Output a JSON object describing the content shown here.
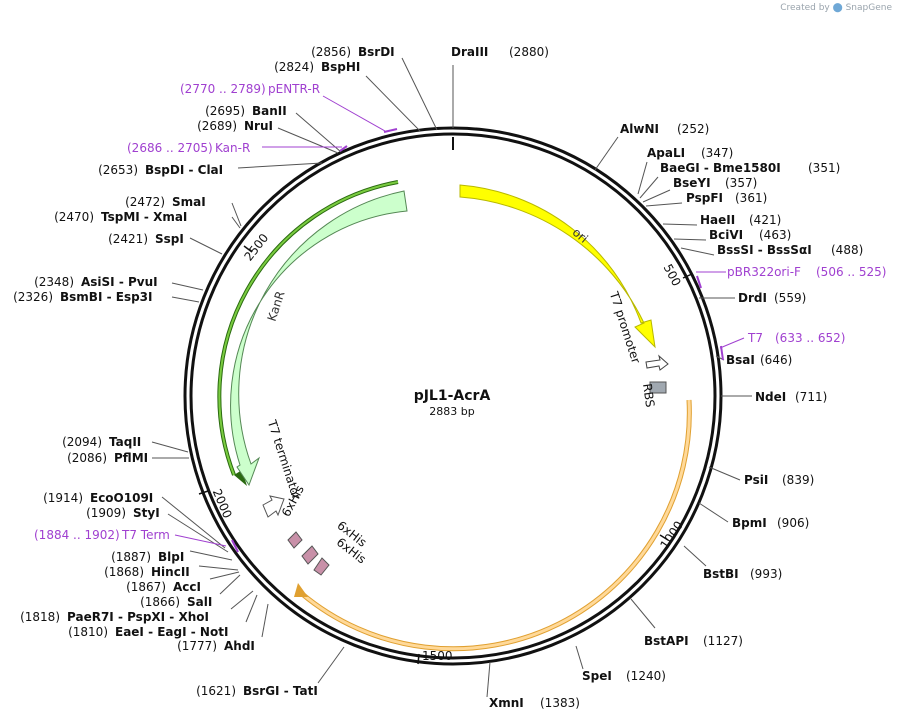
{
  "branding": {
    "prefix": "Created by",
    "name": "SnapGene"
  },
  "plasmid": {
    "name": "pJL1-AcrA",
    "length_label": "2883 bp",
    "length": 2883
  },
  "scale_ticks": [
    "500",
    "1000",
    "1500",
    "2000",
    "2500"
  ],
  "features": [
    {
      "name": "ori",
      "color": "#ffff00",
      "stroke": "#b8b800",
      "label": "ori"
    },
    {
      "name": "KanR",
      "color": "#ccffcc",
      "stroke": "#558855",
      "label": "KanR"
    },
    {
      "name": "T7 promoter",
      "color": "#ffffff",
      "label": "T7 promoter"
    },
    {
      "name": "RBS",
      "color": "#a0a8b0",
      "label": "RBS"
    },
    {
      "name": "T7 terminator",
      "color": "#ffffff",
      "label": "T7 terminator"
    },
    {
      "name": "6xHis",
      "color": "#c890a8",
      "label": "6xHis"
    },
    {
      "name": "6xHis",
      "color": "#c890a8",
      "label": "6xHis"
    },
    {
      "name": "6xHis",
      "color": "#c890a8",
      "label": "6xHis"
    },
    {
      "name": "insert",
      "color": "#ffd999",
      "stroke": "#e0a030",
      "label": ""
    },
    {
      "name": "kan-track",
      "color": "#55aa22",
      "label": ""
    }
  ],
  "sites": [
    {
      "name": "DraIII",
      "pos": "(2880)"
    },
    {
      "name": "AlwNI",
      "pos": "(252)"
    },
    {
      "name": "ApaLI",
      "pos": "(347)"
    },
    {
      "name": "BaeGI - Bme1580I",
      "pos": "(351)"
    },
    {
      "name": "BseYI",
      "pos": "(357)"
    },
    {
      "name": "PspFI",
      "pos": "(361)"
    },
    {
      "name": "HaeII",
      "pos": "(421)"
    },
    {
      "name": "BciVI",
      "pos": "(463)"
    },
    {
      "name": "BssSI - BssSαI",
      "pos": "(488)"
    },
    {
      "name": "DrdI",
      "pos": "(559)"
    },
    {
      "name": "BsaI",
      "pos": "(646)"
    },
    {
      "name": "NdeI",
      "pos": "(711)"
    },
    {
      "name": "PsiI",
      "pos": "(839)"
    },
    {
      "name": "BpmI",
      "pos": "(906)"
    },
    {
      "name": "BstBI",
      "pos": "(993)"
    },
    {
      "name": "BstAPI",
      "pos": "(1127)"
    },
    {
      "name": "SpeI",
      "pos": "(1240)"
    },
    {
      "name": "XmnI",
      "pos": "(1383)"
    },
    {
      "name": "BsrGI - TatI",
      "pos": "(1621)"
    },
    {
      "name": "AhdI",
      "pos": "(1777)"
    },
    {
      "name": "EaeI - EagI - NotI",
      "pos": "(1810)"
    },
    {
      "name": "PaeR7I - PspXI - XhoI",
      "pos": "(1818)"
    },
    {
      "name": "SalI",
      "pos": "(1866)"
    },
    {
      "name": "AccI",
      "pos": "(1867)"
    },
    {
      "name": "HincII",
      "pos": "(1868)"
    },
    {
      "name": "BlpI",
      "pos": "(1887)"
    },
    {
      "name": "StyI",
      "pos": "(1909)"
    },
    {
      "name": "EcoO109I",
      "pos": "(1914)"
    },
    {
      "name": "PflMI",
      "pos": "(2086)"
    },
    {
      "name": "TaqII",
      "pos": "(2094)"
    },
    {
      "name": "BsmBI - Esp3I",
      "pos": "(2326)"
    },
    {
      "name": "AsiSI - PvuI",
      "pos": "(2348)"
    },
    {
      "name": "SspI",
      "pos": "(2421)"
    },
    {
      "name": "TspMI - XmaI",
      "pos": "(2470)"
    },
    {
      "name": "SmaI",
      "pos": "(2472)"
    },
    {
      "name": "BspDI - ClaI",
      "pos": "(2653)"
    },
    {
      "name": "NruI",
      "pos": "(2689)"
    },
    {
      "name": "BanII",
      "pos": "(2695)"
    },
    {
      "name": "BspHI",
      "pos": "(2824)"
    },
    {
      "name": "BsrDI",
      "pos": "(2856)"
    }
  ],
  "primers": [
    {
      "name": "pENTR-R",
      "range": "(2770 .. 2789)"
    },
    {
      "name": "Kan-R",
      "range": "(2686 .. 2705)"
    },
    {
      "name": "pBR322ori-F",
      "range": "(506 .. 525)"
    },
    {
      "name": "T7",
      "range": "(633 .. 652)"
    },
    {
      "name": "T7 Term",
      "range": "(1884 .. 1902)"
    }
  ]
}
